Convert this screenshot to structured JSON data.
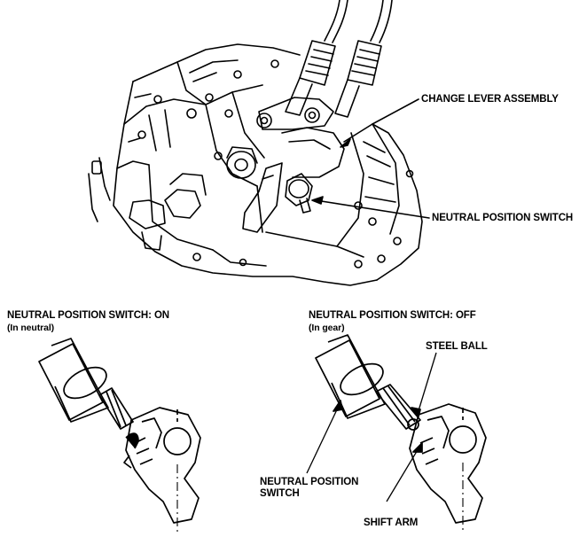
{
  "labels": {
    "change_lever_assembly": "CHANGE LEVER ASSEMBLY",
    "neutral_position_switch": "NEUTRAL POSITION SWITCH",
    "on_title": "NEUTRAL POSITION SWITCH: ON",
    "on_subtitle": "(In neutral)",
    "off_title": "NEUTRAL POSITION SWITCH: OFF",
    "off_subtitle": "(In gear)",
    "steel_ball": "STEEL BALL",
    "nps_line1": "NEUTRAL POSITION",
    "nps_line2": "SWITCH",
    "shift_arm": "SHIFT ARM"
  }
}
